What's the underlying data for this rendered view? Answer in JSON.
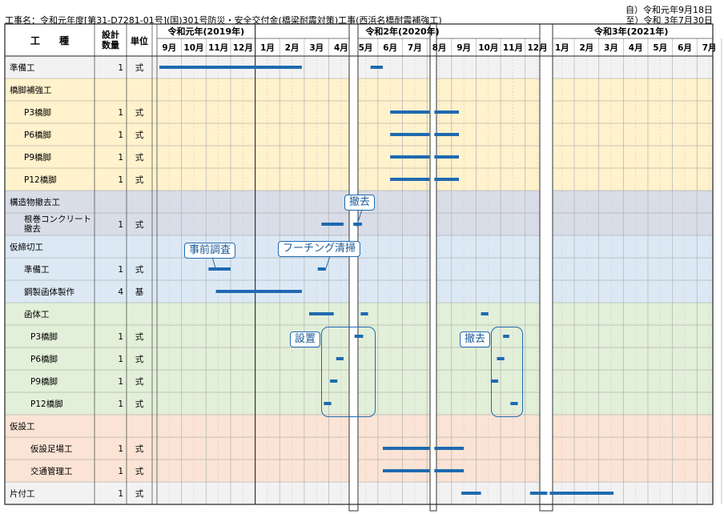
{
  "header": {
    "project": "工事名：令和元年度[第31-D7281-01号](国)301号防災・安全交付金(橋梁耐震対策)工事(西浜名橋耐震補強工)",
    "from_date": "自）令和元年9月18日",
    "to_date": "至）令和 3年7月30日"
  },
  "columns": {
    "item": "工　　種",
    "qty": "設計\n数量",
    "unit": "単位"
  },
  "years": [
    "令和元年(2019年)",
    "令和2年(2020年)",
    "令和3年(2021年)"
  ],
  "months": [
    "9月",
    "10月",
    "11月",
    "12月",
    "1月",
    "2月",
    "3月",
    "4月",
    "5月",
    "6月",
    "7月",
    "8月",
    "9月",
    "10月",
    "11月",
    "12月",
    "1月",
    "2月",
    "3月",
    "4月",
    "5月",
    "6月",
    "7月"
  ],
  "colors": {
    "bar": "#1f6ab0",
    "row_gray": "#f2f2f2",
    "row_yellow": "#fff2cc",
    "row_purple": "#d9dde8",
    "row_blue": "#dce9f5",
    "row_green": "#e2efd9",
    "row_orange": "#fbe4d5"
  },
  "rows": [
    {
      "name": "準備工",
      "indent": 0,
      "qty": "1",
      "unit": "式",
      "bg": "row_gray",
      "bars": [
        [
          0.1,
          5.9
        ],
        [
          8.7,
          9.2
        ]
      ]
    },
    {
      "name": "橋脚補強工",
      "indent": 0,
      "qty": "",
      "unit": "",
      "bg": "row_yellow",
      "bars": []
    },
    {
      "name": "P3橋脚",
      "indent": 1,
      "qty": "1",
      "unit": "式",
      "bg": "row_yellow",
      "bars": [
        [
          9.5,
          11.1
        ],
        [
          11.3,
          12.3
        ]
      ]
    },
    {
      "name": "P6橋脚",
      "indent": 1,
      "qty": "1",
      "unit": "式",
      "bg": "row_yellow",
      "bars": [
        [
          9.5,
          11.1
        ],
        [
          11.3,
          12.3
        ]
      ]
    },
    {
      "name": "P9橋脚",
      "indent": 1,
      "qty": "1",
      "unit": "式",
      "bg": "row_yellow",
      "bars": [
        [
          9.5,
          11.1
        ],
        [
          11.3,
          12.3
        ]
      ]
    },
    {
      "name": "P12橋脚",
      "indent": 1,
      "qty": "1",
      "unit": "式",
      "bg": "row_yellow",
      "bars": [
        [
          9.5,
          11.1
        ],
        [
          11.3,
          12.3
        ]
      ]
    },
    {
      "name": "構造物撤去工",
      "indent": 0,
      "qty": "",
      "unit": "",
      "bg": "row_purple",
      "bars": []
    },
    {
      "name": "根巻コンクリート\n撤去",
      "indent": 1,
      "qty": "1",
      "unit": "式",
      "bg": "row_purple",
      "bars": [
        [
          6.7,
          7.6
        ],
        [
          8.0,
          8.35
        ]
      ]
    },
    {
      "name": "仮締切工",
      "indent": 0,
      "qty": "",
      "unit": "",
      "bg": "row_blue",
      "bars": []
    },
    {
      "name": "準備工",
      "indent": 1,
      "qty": "1",
      "unit": "式",
      "bg": "row_blue",
      "bars": [
        [
          2.1,
          3.0
        ],
        [
          6.55,
          6.85
        ]
      ]
    },
    {
      "name": "鋼製函体製作",
      "indent": 1,
      "qty": "4",
      "unit": "基",
      "bg": "row_blue",
      "bars": [
        [
          2.4,
          5.9
        ]
      ]
    },
    {
      "name": "函体工",
      "indent": 1,
      "qty": "",
      "unit": "",
      "bg": "row_green",
      "bars": [
        [
          6.2,
          7.2
        ],
        [
          8.3,
          8.6
        ],
        [
          13.2,
          13.5
        ]
      ]
    },
    {
      "name": "P3橋脚",
      "indent": 2,
      "qty": "1",
      "unit": "式",
      "bg": "row_green",
      "bars": [
        [
          8.05,
          8.4
        ],
        [
          14.1,
          14.35
        ]
      ]
    },
    {
      "name": "P6橋脚",
      "indent": 2,
      "qty": "1",
      "unit": "式",
      "bg": "row_green",
      "bars": [
        [
          7.3,
          7.6
        ],
        [
          13.85,
          14.15
        ]
      ]
    },
    {
      "name": "P9橋脚",
      "indent": 2,
      "qty": "1",
      "unit": "式",
      "bg": "row_green",
      "bars": [
        [
          7.05,
          7.35
        ],
        [
          13.6,
          13.9
        ]
      ]
    },
    {
      "name": "P12橋脚",
      "indent": 2,
      "qty": "1",
      "unit": "式",
      "bg": "row_green",
      "bars": [
        [
          6.8,
          7.1
        ],
        [
          14.4,
          14.7
        ]
      ]
    },
    {
      "name": "仮設工",
      "indent": 0,
      "qty": "",
      "unit": "",
      "bg": "row_orange",
      "bars": []
    },
    {
      "name": "仮設足場工",
      "indent": 2,
      "qty": "1",
      "unit": "式",
      "bg": "row_orange",
      "bars": [
        [
          9.2,
          11.1
        ],
        [
          11.3,
          12.5
        ]
      ]
    },
    {
      "name": "交通管理工",
      "indent": 2,
      "qty": "1",
      "unit": "式",
      "bg": "row_orange",
      "bars": [
        [
          9.2,
          11.1
        ],
        [
          11.3,
          12.5
        ]
      ]
    },
    {
      "name": "片付工",
      "indent": 0,
      "qty": "1",
      "unit": "式",
      "bg": "row_gray",
      "bars": [
        [
          12.4,
          13.2
        ],
        [
          15.2,
          15.9
        ],
        [
          16.0,
          18.6
        ]
      ]
    }
  ],
  "callouts": {
    "tekkyo_top": "撤去",
    "jizen": "事前調査",
    "footing": "フーチング清掃",
    "secchi": "設置",
    "tekkyo_bottom": "撤去"
  }
}
